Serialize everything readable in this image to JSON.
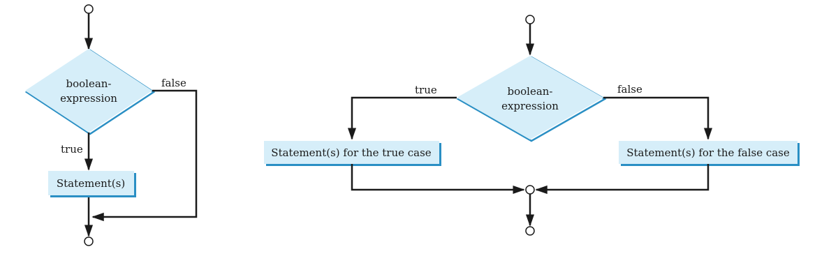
{
  "left_flowchart": {
    "condition_line1": "boolean-",
    "condition_line2": "expression",
    "false_label": "false",
    "true_label": "true",
    "statement": "Statement(s)"
  },
  "right_flowchart": {
    "condition_line1": "boolean-",
    "condition_line2": "expression",
    "true_label": "true",
    "false_label": "false",
    "true_statement": "Statement(s) for the true case",
    "false_statement": "Statement(s) for the false case"
  },
  "colors": {
    "box_fill": "#d6eef9",
    "box_shadow": "#2a8fc4",
    "line": "#1a1a1a"
  }
}
